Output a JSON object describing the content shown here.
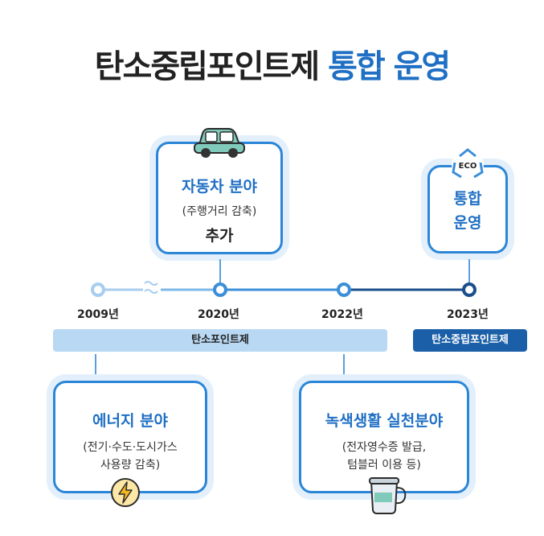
{
  "title": {
    "part1": "탄소중립포인트제",
    "part2": "통합 운영"
  },
  "cards": {
    "car": {
      "heading": "자동차 분야",
      "detail": "(주행거리 감축)",
      "note": "추가"
    },
    "integration": {
      "line1": "통합",
      "line2": "운영"
    },
    "energy": {
      "heading": "에너지 분야",
      "detail1": "(전기·수도·도시가스",
      "detail2": "사용량 감축)"
    },
    "green": {
      "heading": "녹색생활 실천분야",
      "detail1": "(전자영수증 발급,",
      "detail2": "텀블러 이용 등)"
    }
  },
  "timeline": {
    "years": [
      "2009년",
      "2020년",
      "2022년",
      "2023년"
    ],
    "bar_old": "탄소포인트제",
    "bar_new": "탄소중립포인트제"
  },
  "icons": [
    "car-icon",
    "eco-recycle-icon",
    "lightning-icon",
    "tumbler-icon"
  ],
  "colors": {
    "accent": "#1f6fc4",
    "light": "#b9d8f3",
    "dark": "#1b5fa8"
  }
}
